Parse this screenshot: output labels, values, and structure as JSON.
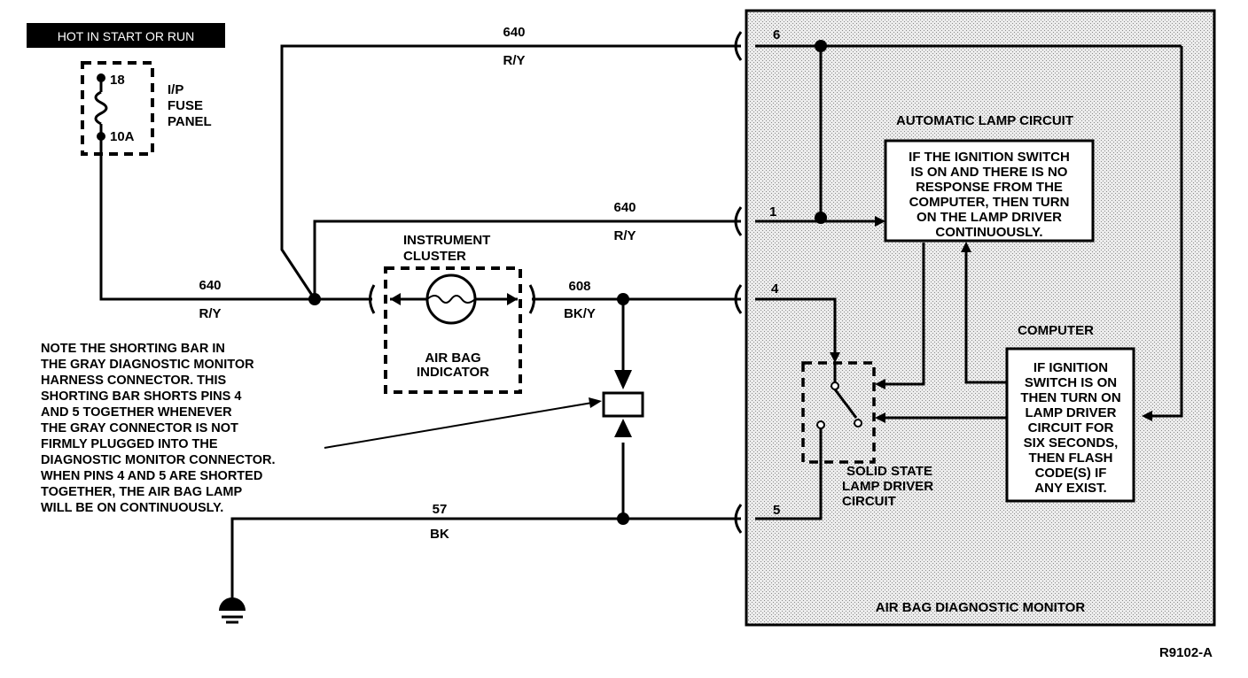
{
  "header_banner": "HOT IN START OR RUN",
  "fuse_panel": {
    "label_lines": [
      "I/P",
      "FUSE",
      "PANEL"
    ],
    "fuse_number": "18",
    "fuse_rating": "10A"
  },
  "instrument_cluster": {
    "title_lines": [
      "INSTRUMENT",
      "CLUSTER"
    ],
    "indicator_lines": [
      "AIR BAG",
      "INDICATOR"
    ]
  },
  "wires": {
    "w640_top": {
      "circuit": "640",
      "color": "R/Y"
    },
    "w640_mid": {
      "circuit": "640",
      "color": "R/Y"
    },
    "w640_left": {
      "circuit": "640",
      "color": "R/Y"
    },
    "w608": {
      "circuit": "608",
      "color": "BK/Y"
    },
    "w57": {
      "circuit": "57",
      "color": "BK"
    }
  },
  "pins": {
    "p6": "6",
    "p1": "1",
    "p4": "4",
    "p5": "5"
  },
  "note_lines": [
    "NOTE THE SHORTING BAR IN",
    "THE GRAY DIAGNOSTIC MONITOR",
    "HARNESS CONNECTOR. THIS",
    "SHORTING BAR SHORTS PINS 4",
    "AND 5 TOGETHER WHENEVER",
    "THE GRAY CONNECTOR IS NOT",
    "FIRMLY PLUGGED INTO THE",
    "DIAGNOSTIC MONITOR CONNECTOR.",
    "WHEN PINS 4 AND 5 ARE SHORTED",
    "TOGETHER, THE AIR BAG LAMP",
    "WILL BE ON CONTINUOUSLY."
  ],
  "monitor": {
    "auto_lamp_title": "AUTOMATIC LAMP CIRCUIT",
    "auto_lamp_text": [
      "IF THE IGNITION SWITCH",
      "IS ON AND THERE IS NO",
      "RESPONSE FROM THE",
      "COMPUTER, THEN TURN",
      "ON THE LAMP DRIVER",
      "CONTINUOUSLY."
    ],
    "computer_title": "COMPUTER",
    "computer_text": [
      "IF IGNITION",
      "SWITCH IS ON",
      "THEN TURN ON",
      "LAMP DRIVER",
      "CIRCUIT FOR",
      "SIX SECONDS,",
      "THEN FLASH",
      "CODE(S) IF",
      "ANY EXIST."
    ],
    "driver_label": [
      "SOLID STATE",
      "LAMP DRIVER",
      "CIRCUIT"
    ],
    "title": "AIR BAG DIAGNOSTIC MONITOR"
  },
  "figure_id": "R9102-A"
}
